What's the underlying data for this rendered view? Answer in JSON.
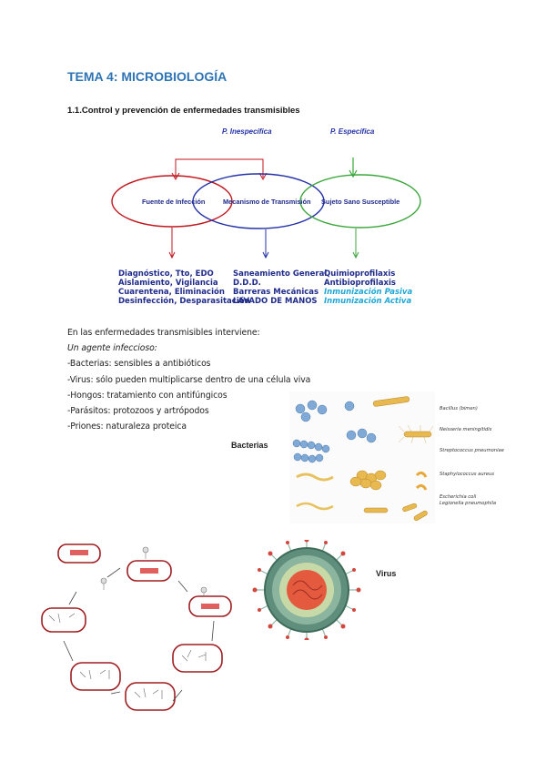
{
  "title": "TEMA 4: MICROBIOLOGÍA",
  "section": "1.1.Control y prevención de enfermedades transmisibles",
  "diagram": {
    "label_left": "P. Inespecífica",
    "label_right": "P. Específica",
    "ellipse_1": "Fuente de Infección",
    "ellipse_2": "Mecanismo de Transmisión",
    "ellipse_3": "Sujeto Sano Susceptible",
    "col1": [
      "Diagnóstico, Tto, EDO",
      "Aislamiento, Vigilancia",
      "Cuarentena, Eliminación",
      "Desinfección, Desparasitación"
    ],
    "col2": [
      "Saneamiento General",
      "D.D.D.",
      "Barreras Mecánicas",
      "LAVADO DE MANOS"
    ],
    "col3": [
      "Quimioprofilaxis",
      "Antibioprofilaxis",
      "Inmunización Pasiva",
      "Inmunización Activa"
    ],
    "colors": {
      "red": "#c0161e",
      "blue": "#2431a6",
      "green": "#3aa53a"
    }
  },
  "list": {
    "intro": "En las enfermedades transmisibles interviene:",
    "agent": "Un agente infeccioso:",
    "items": [
      "-Bacterias: sensibles a antibióticos",
      "-Virus: sólo pueden multiplicarse dentro de una célula viva",
      "-Hongos: tratamiento con antifúngicos",
      "-Parásitos: protozoos y artrópodos",
      "-Priones: naturaleza proteica"
    ]
  },
  "bacteria_label": "Bacterias",
  "virus_label": "Virus",
  "bacteria_figure": {
    "captions": [
      "Bacillus (bimen)",
      "Neisseria meningitidis",
      "Streptococcus pneumoniae",
      "Staphylococcus aureus",
      "Escherichia coli",
      "Legionella pneumophila"
    ]
  }
}
